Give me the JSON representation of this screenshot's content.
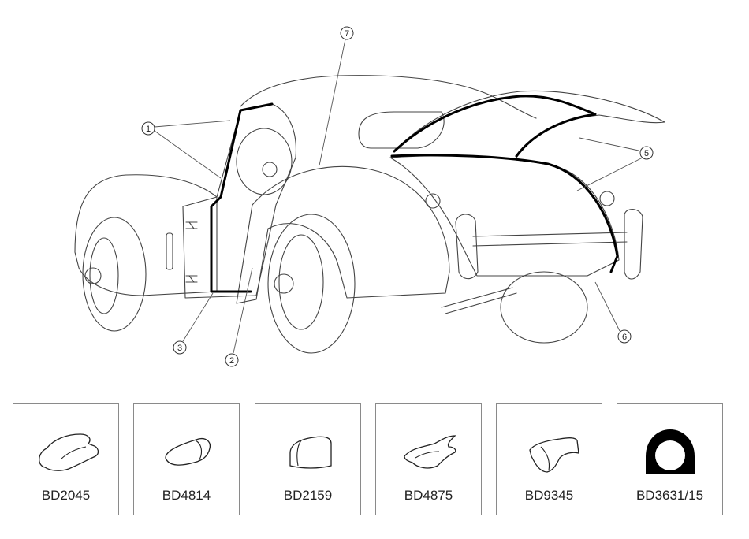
{
  "callouts": [
    {
      "id": "1",
      "label": "1"
    },
    {
      "id": "2",
      "label": "2"
    },
    {
      "id": "3",
      "label": "3"
    },
    {
      "id": "5",
      "label": "5"
    },
    {
      "id": "6",
      "label": "6"
    },
    {
      "id": "7",
      "label": "7"
    }
  ],
  "parts": [
    {
      "code": "BD2045",
      "icon": "rubber-seal-profile-icon"
    },
    {
      "code": "BD4814",
      "icon": "rubber-seal-profile-icon"
    },
    {
      "code": "BD2159",
      "icon": "rubber-seal-profile-icon"
    },
    {
      "code": "BD4875",
      "icon": "rubber-seal-profile-icon"
    },
    {
      "code": "BD9345",
      "icon": "rubber-seal-profile-icon"
    },
    {
      "code": "BD3631/15",
      "icon": "rubber-seal-profile-icon"
    }
  ],
  "colors": {
    "line": "#333333",
    "seal": "#000000",
    "box_border": "#8a8a8a"
  }
}
